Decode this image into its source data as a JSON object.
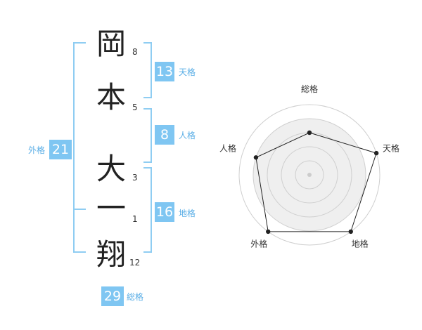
{
  "name": {
    "chars": [
      {
        "char": "岡",
        "strokes": "8"
      },
      {
        "char": "本",
        "strokes": "5"
      },
      {
        "char": "大",
        "strokes": "3"
      },
      {
        "char": "一",
        "strokes": "1"
      },
      {
        "char": "翔",
        "strokes": "12"
      }
    ]
  },
  "kakusu": {
    "tenkaku": {
      "value": "13",
      "label": "天格"
    },
    "jinkaku": {
      "value": "8",
      "label": "人格"
    },
    "chikaku": {
      "value": "16",
      "label": "地格"
    },
    "gaikaku": {
      "value": "21",
      "label": "外格"
    },
    "soukaku": {
      "value": "29",
      "label": "総格"
    }
  },
  "chart_data": {
    "type": "radar",
    "axes": [
      "総格",
      "天格",
      "地格",
      "外格",
      "人格"
    ],
    "values": [
      3,
      5,
      5,
      5,
      4
    ],
    "range": [
      0,
      5
    ],
    "rings": 5,
    "colors": {
      "fill": "#ffffff",
      "stroke": "#222222",
      "ring": "#cfcfcf",
      "bg": "#efefef"
    }
  }
}
